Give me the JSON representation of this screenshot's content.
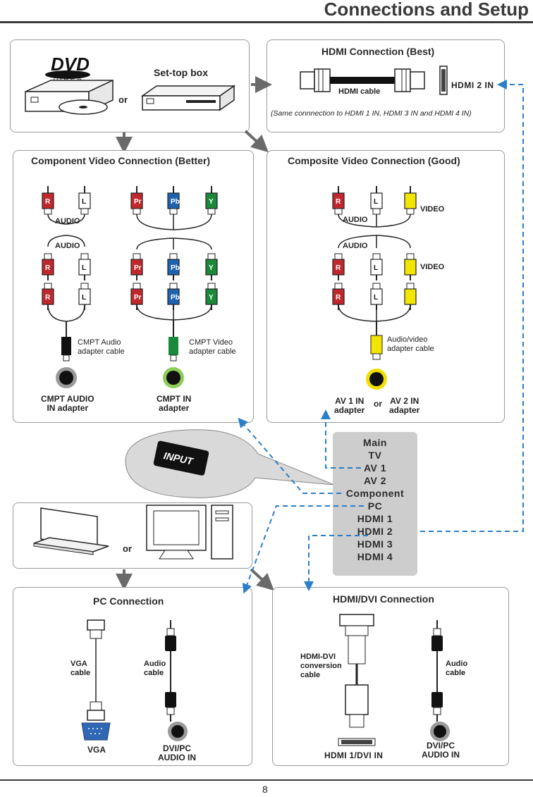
{
  "page": {
    "title": "Connections and Setup",
    "page_number": "8"
  },
  "sources": {
    "dvd_logo": "DVD",
    "dvd_sub": "VIDEO",
    "settop_label": "Set-top box",
    "or": "or"
  },
  "hdmi_best": {
    "title": "HDMI Connection (Best)",
    "cable": "HDMI cable",
    "port": "HDMI 2 IN",
    "note": "(Same connnection  to HDMI 1 IN, HDMI 3 IN and HDMI 4 IN)"
  },
  "component": {
    "title": "Component Video Connection (Better)",
    "audio1": "AUDIO",
    "audio2": "AUDIO",
    "audio_cable": "CMPT Audio\nadapter cable",
    "video_cable": "CMPT Video\nadapter cable",
    "audio_port": "CMPT AUDIO\nIN adapter",
    "video_port": "CMPT IN\nadapter",
    "r": "R",
    "l": "L",
    "pr": "Pr",
    "pb": "Pb",
    "y": "Y"
  },
  "composite": {
    "title": "Composite Video Connection (Good)",
    "audio1": "AUDIO",
    "audio2": "AUDIO",
    "video1": "VIDEO",
    "video2": "VIDEO",
    "cable": "Audio/video\nadapter cable",
    "port1": "AV 1 IN\nadapter",
    "or": "or",
    "port2": "AV 2 IN\nadapter"
  },
  "remote": {
    "button": "INPUT"
  },
  "menu": {
    "items": [
      "Main",
      "TV",
      "AV 1",
      "AV 2",
      "Component",
      "PC",
      "HDMI 1",
      "HDMI 2",
      "HDMI 3",
      "HDMI 4"
    ]
  },
  "pc_sources": {
    "or": "or"
  },
  "pc": {
    "title": "PC Connection",
    "vga_cable": "VGA\ncable",
    "audio_cable": "Audio\ncable",
    "vga_port": "VGA",
    "audio_port": "DVI/PC\nAUDIO IN"
  },
  "hdmi_dvi": {
    "title": "HDMI/DVI Connection",
    "conv_cable": "HDMI-DVI\nconversion\ncable",
    "audio_cable": "Audio\ncable",
    "hdmi_port": "HDMI 1/DVI IN",
    "audio_port": "DVI/PC\nAUDIO IN"
  },
  "colors": {
    "red": "#c0282d",
    "blue": "#1f63b0",
    "green": "#1a8a3a",
    "yellow": "#f2e600",
    "white": "#ffffff",
    "arrow": "#6a6a6a",
    "dash": "#2a7fc8",
    "menu_bg": "#cdcdcd"
  }
}
